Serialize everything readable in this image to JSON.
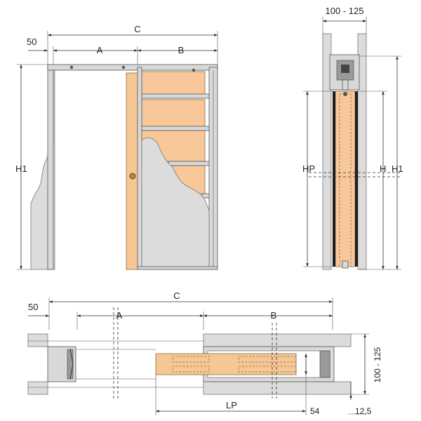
{
  "labels": {
    "front": {
      "c": "C",
      "a": "A",
      "b": "B",
      "fifty": "50",
      "h1": "H1"
    },
    "side": {
      "width": "100 - 125",
      "hp": "HP",
      "h": "H",
      "h1": "H1"
    },
    "plan": {
      "c": "C",
      "a": "A",
      "b": "B",
      "fifty": "50",
      "lp": "LP",
      "fiftyfour": "54",
      "twelvefive": "12,5",
      "width": "100 - 125"
    }
  },
  "colors": {
    "board": "#f8c89a",
    "door": "#f5c795",
    "wall": "#dcdcdc",
    "steel": "#d9d9d9",
    "mesh": "#1e1e1e"
  }
}
